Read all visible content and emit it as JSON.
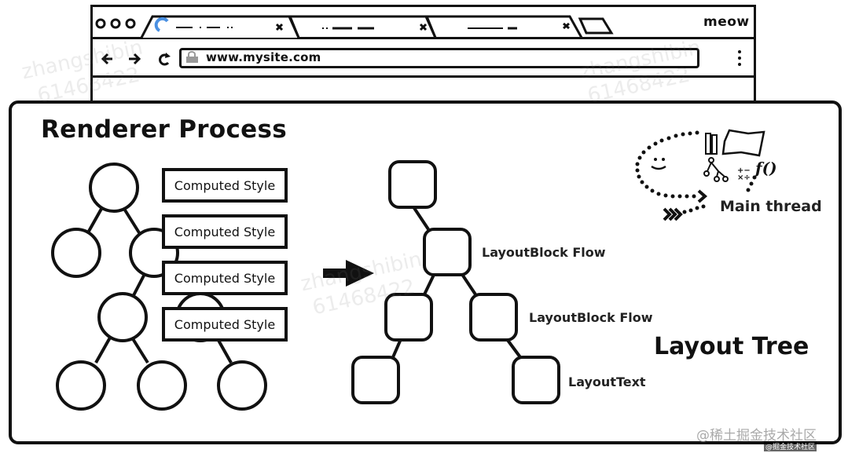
{
  "browser": {
    "tabs": [
      {
        "label": "—— · —— ··",
        "loading": true,
        "close": "×"
      },
      {
        "label": "·· —— ——",
        "loading": false,
        "close": "×"
      },
      {
        "label": "—— —",
        "loading": false,
        "close": "×"
      }
    ],
    "new_tab_icon": "new-tab-icon",
    "profile_name": "meow",
    "url": "www.mysite.com",
    "nav": {
      "back": "←",
      "forward": "→",
      "reload": "↻"
    },
    "menu": "⋮",
    "accent_color": "#4a90e2"
  },
  "diagram": {
    "title": "Renderer Process",
    "computed_style_label": "Computed Style",
    "computed_styles": [
      "Computed Style",
      "Computed Style",
      "Computed Style",
      "Computed Style"
    ],
    "layout_labels": [
      "LayoutBlock Flow",
      "LayoutBlock Flow",
      "LayoutText"
    ],
    "layout_tree_title": "Layout Tree",
    "main_thread_label": "Main thread"
  },
  "watermarks": {
    "user": "zhangshibin",
    "id": "61468422"
  },
  "credit": {
    "main": "@稀土掘金技术社区",
    "small": "@掘金技术社区"
  }
}
